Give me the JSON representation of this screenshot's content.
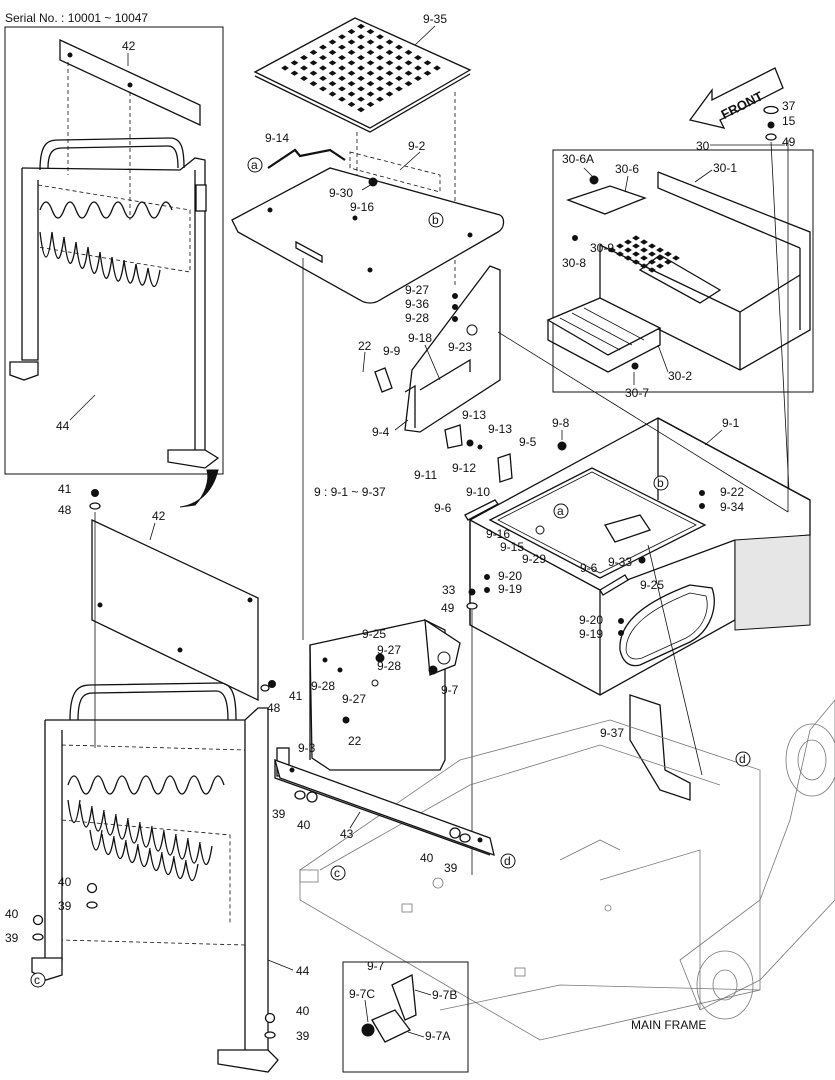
{
  "serial": "Serial No. : 10001 ~ 10047",
  "front_arrow": "FRONT",
  "main_frame": "MAIN FRAME",
  "group_note": "9 : 9-1 ~ 9-37",
  "inset_title": "9-7",
  "callouts": {
    "a": "a",
    "b": "b",
    "c": "c",
    "d": "d"
  },
  "labels": {
    "n42a": "42",
    "n44a": "44",
    "n41a": "41",
    "n48a": "48",
    "n42b": "42",
    "n41b": "41",
    "n48b": "48",
    "n9_35": "9-35",
    "n9_14": "9-14",
    "n9_2": "9-2",
    "n9_30": "9-30",
    "n9_16a": "9-16",
    "n37": "37",
    "n15": "15",
    "n49a": "49",
    "n30": "30",
    "n30_6A": "30-6A",
    "n30_6": "30-6",
    "n30_1": "30-1",
    "n30_9": "30-9",
    "n30_8": "30-8",
    "n30_7": "30-7",
    "n30_2": "30-2",
    "n9_27a": "9-27",
    "n9_36": "9-36",
    "n9_28a": "9-28",
    "n22a": "22",
    "n9_9": "9-9",
    "n9_18": "9-18",
    "n9_23": "9-23",
    "n9_4": "9-4",
    "n9_13a": "9-13",
    "n9_13b": "9-13",
    "n9_5": "9-5",
    "n9_8": "9-8",
    "n9_1": "9-1",
    "n9_11": "9-11",
    "n9_12": "9-12",
    "n9_10": "9-10",
    "n9_22": "9-22",
    "n9_34": "9-34",
    "n9_6a": "9-6",
    "n9_16b": "9-16",
    "n9_15": "9-15",
    "n9_29": "9-29",
    "n9_33": "9-33",
    "n9_6b": "9-6",
    "n9_25a": "9-25",
    "n33": "33",
    "n9_20a": "9-20",
    "n9_19a": "9-19",
    "n49b": "49",
    "n9_20b": "9-20",
    "n9_19b": "9-19",
    "n9_25b": "9-25",
    "n9_27b": "9-27",
    "n9_28b": "9-28",
    "n9_28c": "9-28",
    "n9_27c": "9-27",
    "n9_7": "9-7",
    "n22b": "22",
    "n9_3": "9-3",
    "n9_37": "9-37",
    "n39a": "39",
    "n40a": "40",
    "n43": "43",
    "n40b": "40",
    "n39b": "39",
    "n40c": "40",
    "n39c": "39",
    "n40d": "40",
    "n39d": "39",
    "n44b": "44",
    "n40e": "40",
    "n39e": "39",
    "n9_7C": "9-7C",
    "n9_7B": "9-7B",
    "n9_7A": "9-7A"
  }
}
